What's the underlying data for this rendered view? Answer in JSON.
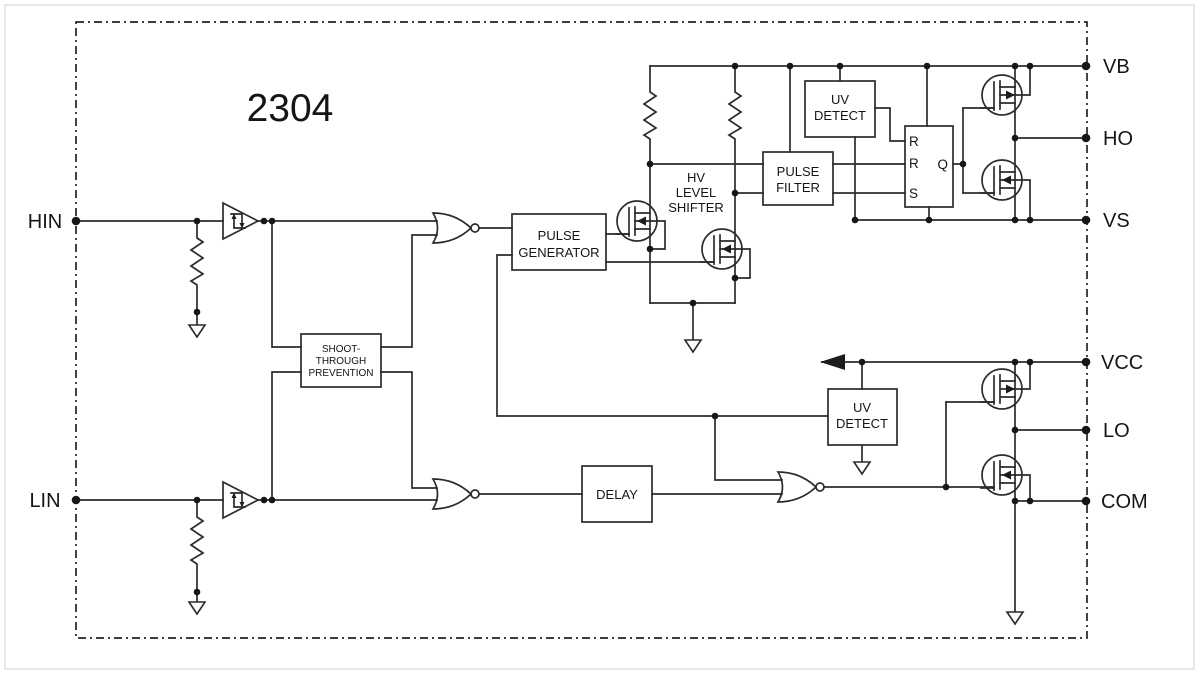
{
  "diagram": {
    "part_number": "2304",
    "pins": {
      "hin": "HIN",
      "lin": "LIN",
      "vb": "VB",
      "ho": "HO",
      "vs": "VS",
      "vcc": "VCC",
      "lo": "LO",
      "com": "COM"
    },
    "blocks": {
      "shoot_through_prevention": {
        "line1": "SHOOT-",
        "line2": "THROUGH",
        "line3": "PREVENTION"
      },
      "pulse_generator": {
        "line1": "PULSE",
        "line2": "GENERATOR"
      },
      "hv_level_shifter": {
        "line1": "HV",
        "line2": "LEVEL",
        "line3": "SHIFTER"
      },
      "pulse_filter": {
        "line1": "PULSE",
        "line2": "FILTER"
      },
      "uv_detect_high_side": {
        "line1": "UV",
        "line2": "DETECT"
      },
      "uv_detect_low_side": {
        "line1": "UV",
        "line2": "DETECT"
      },
      "delay": {
        "label": "DELAY"
      },
      "sr_latch": {
        "input_r_top": "R",
        "input_r_mid": "R",
        "input_s": "S",
        "output_q": "Q"
      }
    },
    "colors": {
      "line": "#2b2b2b",
      "background": "#ffffff"
    }
  }
}
